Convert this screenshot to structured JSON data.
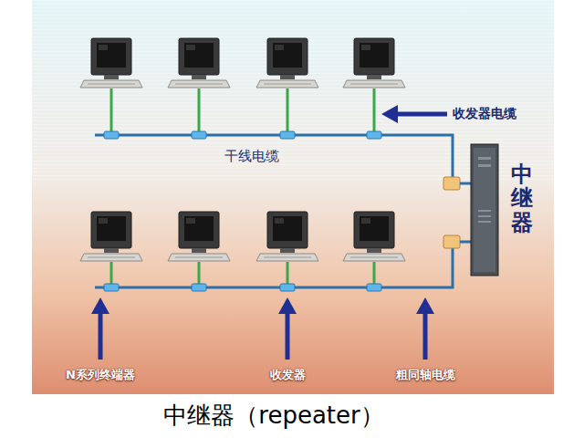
{
  "diagram": {
    "caption": "中继器（repeater）",
    "labels": [
      "收发器电缆",
      "干线电缆",
      "中继器",
      "N系列终端器",
      "收发器",
      "粗同轴电缆"
    ]
  }
}
